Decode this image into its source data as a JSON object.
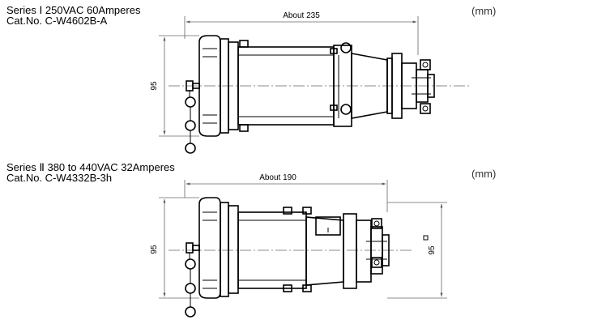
{
  "series1": {
    "title": "Series Ⅰ  250VAC 60Amperes",
    "catno": "Cat.No. C-W4602B-A",
    "unit": "(mm)",
    "length_dim": "About 235",
    "height_dim": "95"
  },
  "series2": {
    "title": "Series Ⅱ  380 to 440VAC 32Amperes",
    "catno": "Cat.No. C-W4332B-3h",
    "unit": "(mm)",
    "length_dim": "About 190",
    "height_dim_left": "95",
    "height_dim_right": "95"
  }
}
